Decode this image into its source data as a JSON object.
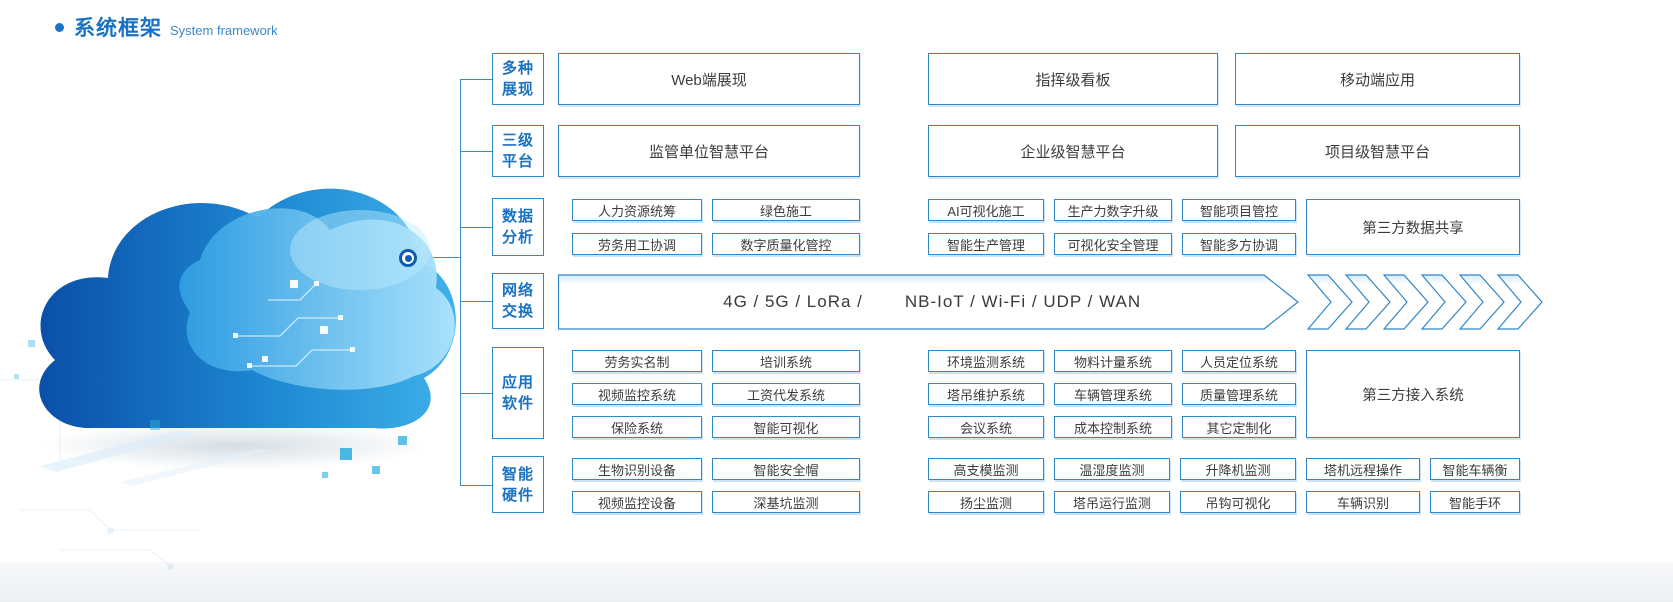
{
  "header": {
    "title_zh": "系统框架",
    "title_en": "System framework"
  },
  "colors": {
    "accent": "#1a72c2",
    "box_border": "#3287c8",
    "box_text": "#3c3c3c",
    "line": "#3d8cca"
  },
  "framework": {
    "levels": [
      {
        "name": "multi-display",
        "label": [
          "多种",
          "展现"
        ],
        "boxes": [
          "Web端展现",
          "指挥级看板",
          "移动端应用"
        ]
      },
      {
        "name": "three-level-platform",
        "label": [
          "三级",
          "平台"
        ],
        "boxes": [
          "监管单位智慧平台",
          "企业级智慧平台",
          "项目级智慧平台"
        ]
      },
      {
        "name": "data-analysis",
        "label": [
          "数据",
          "分析"
        ],
        "left_rows": [
          [
            "人力资源统筹",
            "绿色施工"
          ],
          [
            "劳务用工协调",
            "数字质量化管控"
          ]
        ],
        "right_rows": [
          [
            "AI可视化施工",
            "生产力数字升级",
            "智能项目管控"
          ],
          [
            "智能生产管理",
            "可视化安全管理",
            "智能多方协调"
          ]
        ],
        "tall": "第三方数据共享"
      },
      {
        "name": "network-exchange",
        "label": [
          "网络",
          "交换"
        ],
        "band_left": "4G / 5G / LoRa /",
        "band_right": "NB-IoT / Wi-Fi / UDP / WAN",
        "chevron_count": 6
      },
      {
        "name": "application-software",
        "label": [
          "应用",
          "软件"
        ],
        "left_rows": [
          [
            "劳务实名制",
            "培训系统"
          ],
          [
            "视频监控系统",
            "工资代发系统"
          ],
          [
            "保险系统",
            "智能可视化"
          ]
        ],
        "right_rows": [
          [
            "环境监测系统",
            "物料计量系统",
            "人员定位系统"
          ],
          [
            "塔吊维护系统",
            "车辆管理系统",
            "质量管理系统"
          ],
          [
            "会议系统",
            "成本控制系统",
            "其它定制化"
          ]
        ],
        "tall": "第三方接入系统"
      },
      {
        "name": "smart-hardware",
        "label": [
          "智能",
          "硬件"
        ],
        "left_rows": [
          [
            "生物识别设备",
            "智能安全帽"
          ],
          [
            "视频监控设备",
            "深基坑监测"
          ]
        ],
        "right_rows": [
          [
            "高支模监测",
            "温湿度监测",
            "升降机监测",
            "塔机远程操作",
            "智能车辆衡"
          ],
          [
            "扬尘监测",
            "塔吊运行监测",
            "吊钩可视化",
            "车辆识别",
            "智能手环"
          ]
        ]
      }
    ]
  }
}
